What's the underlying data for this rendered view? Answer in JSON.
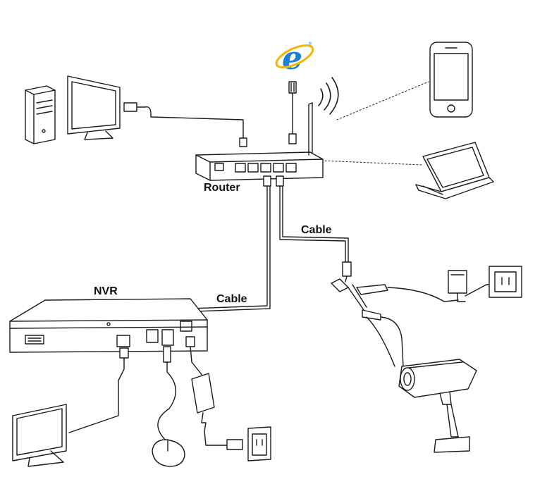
{
  "labels": {
    "router": "Router",
    "nvr": "NVR",
    "cable_router_camera": "Cable",
    "cable_router_nvr": "Cable"
  },
  "icons": {
    "internet": "internet-explorer-logo",
    "phone": "smartphone",
    "laptop": "laptop",
    "pc": "desktop-computer",
    "camera": "bullet-camera"
  },
  "colors": {
    "line": "#1a1a1a",
    "ie_blue": "#1e7fd6",
    "ie_ring": "#f2b705"
  }
}
